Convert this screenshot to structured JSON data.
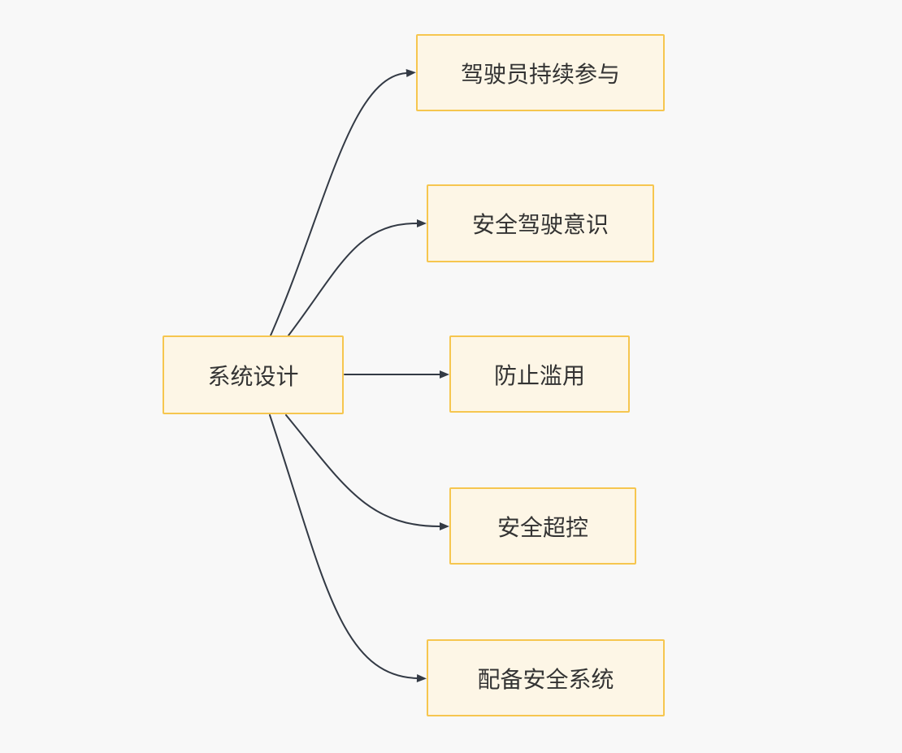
{
  "diagram": {
    "type": "mindmap",
    "root": {
      "label": "系统设计"
    },
    "children": [
      {
        "label": "驾驶员持续参与"
      },
      {
        "label": "安全驾驶意识"
      },
      {
        "label": "防止滥用"
      },
      {
        "label": "安全超控"
      },
      {
        "label": "配备安全系统"
      }
    ],
    "edges": [
      {
        "from": "系统设计",
        "to": "驾驶员持续参与"
      },
      {
        "from": "系统设计",
        "to": "安全驾驶意识"
      },
      {
        "from": "系统设计",
        "to": "防止滥用"
      },
      {
        "from": "系统设计",
        "to": "安全超控"
      },
      {
        "from": "系统设计",
        "to": "配备安全系统"
      }
    ],
    "style": {
      "canvas_background": "#f8f8f8",
      "node_fill": "#fdf6e6",
      "node_border": "#f6c64f",
      "text_color": "#333333",
      "edge_color": "#333a45"
    }
  }
}
